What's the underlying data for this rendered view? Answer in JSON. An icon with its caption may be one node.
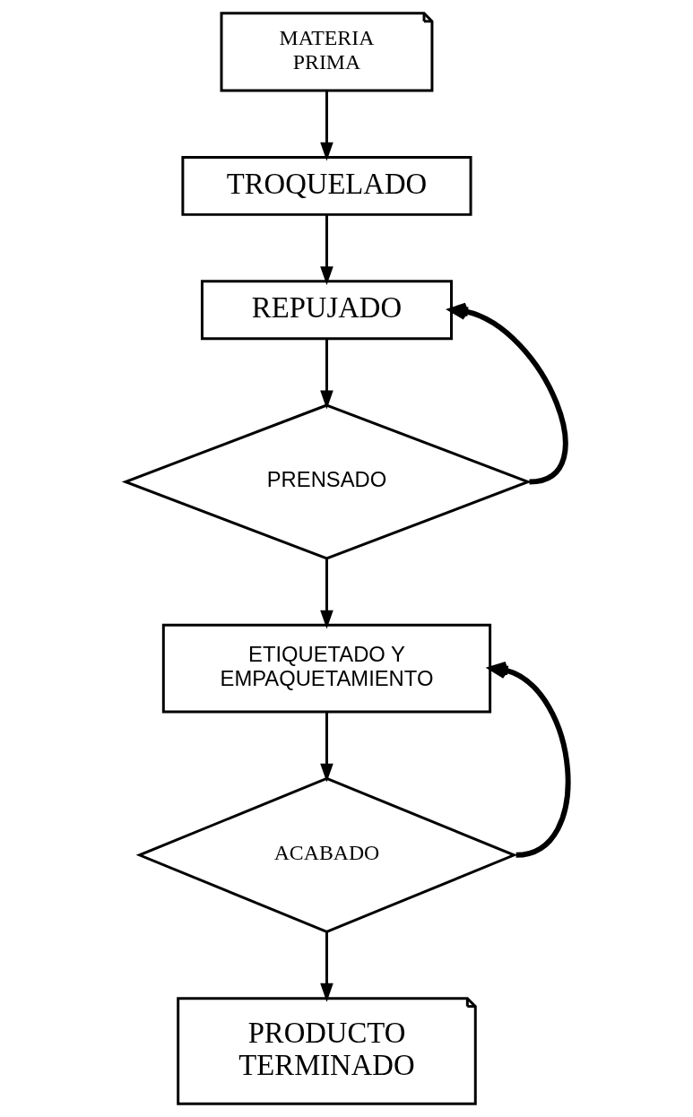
{
  "diagram": {
    "nodes": [
      {
        "text": [
          "MATERIA PRIMA"
        ]
      },
      {
        "text": [
          "TROQUELADO"
        ]
      },
      {
        "text": [
          "REPUJADO"
        ]
      },
      {
        "text": [
          "PRENSADO"
        ]
      },
      {
        "text": [
          "ETIQUETADO Y EMPAQUETAMIENTO"
        ]
      },
      {
        "text": [
          "ACABADO"
        ]
      },
      {
        "text": [
          "PRODUCTO TERMINADO"
        ]
      }
    ],
    "edges": [
      {
        "from": 0,
        "to": 1,
        "arrow": "to"
      },
      {
        "from": 1,
        "to": 2,
        "arrow": "to"
      },
      {
        "from": 2,
        "to": 3,
        "arrow": "to"
      },
      {
        "from": 3,
        "to": 2,
        "arrow": "to",
        "style": "thick"
      },
      {
        "from": 3,
        "to": 4,
        "arrow": "to"
      },
      {
        "from": 4,
        "to": 5,
        "arrow": "to"
      },
      {
        "from": 5,
        "to": 4,
        "arrow": "to",
        "style": "thick"
      },
      {
        "from": 5,
        "to": 6,
        "arrow": "to"
      }
    ]
  }
}
